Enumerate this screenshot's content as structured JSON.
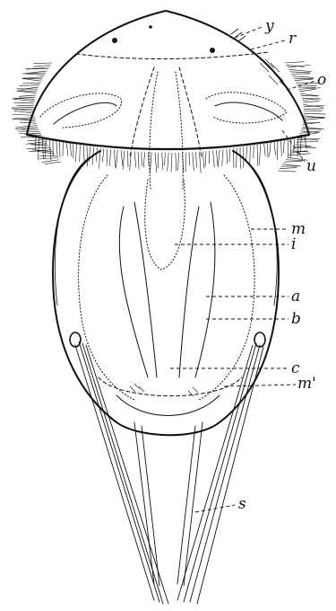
{
  "figure": {
    "labels": {
      "y": "y",
      "r": "r",
      "o": "o",
      "u": "u",
      "m": "m",
      "i": "i",
      "a": "a",
      "b": "b",
      "c": "c",
      "m_prime": "m'",
      "s": "s"
    }
  },
  "colors": {
    "ink": "#111111",
    "paper": "#ffffff"
  }
}
